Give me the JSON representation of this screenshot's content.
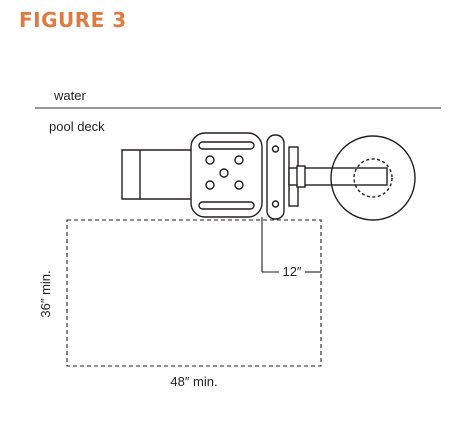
{
  "figure": {
    "title": "FIGURE 3",
    "title_color": "#e07a3f"
  },
  "diagram": {
    "labels": {
      "water": "water",
      "pool_deck": "pool deck",
      "offset": "12″",
      "depth": "36″ min.",
      "width": "48″ min."
    },
    "line_color": "#231f20",
    "edge_color": "#777777"
  }
}
